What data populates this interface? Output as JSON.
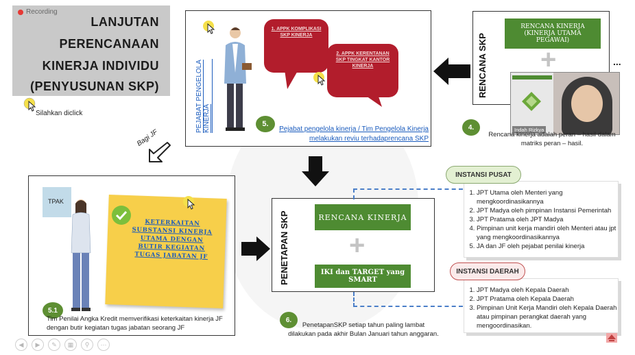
{
  "title": {
    "recording_label": "Recording",
    "lines": [
      "LANJUTAN",
      "PERENCANAAN",
      "KINERJA INDIVIDU",
      "(PENYUSUNAN SKP)"
    ]
  },
  "hint": {
    "click_text": "Silahkan diclick"
  },
  "bagi_jf": "Bagi JF",
  "top_panel": {
    "vertical_label": "PEJABAT PENGELOLA KINERJA",
    "bubble1": "1. APPK KOMPLIKASI SKP KINERJA",
    "bubble2": "2. APPK KERENTANAN SKP TINGKAT KANTOR KINERJA",
    "step_number": "5.",
    "caption": "Pejabat pengelola kinerja / Tim Pengelola  Kinerja melakukan reviu terhadaprencana SKP"
  },
  "right_panel": {
    "vertical_label": "RENCANA SKP",
    "green_box": "RENCANA KINERJA (KINERJA UTAMA PEGAWAI)",
    "ellipsis": "...",
    "step_number": "4.",
    "caption": "Rencana kinerja adalah peran – hasil dalam matriks peran – hasil.",
    "webcam_name": "Indah Rizkya"
  },
  "left_panel": {
    "tpak_label": "TPAK",
    "note": "KETERKAITAN SUBSTANSI KINERJA UTAMA DENGAN BUTIR KEGIATAN TUGAS JABATAN JF",
    "step_number": "5.1",
    "caption": "Tim Penilai Angka Kredit memverifikasi keterkaitan kinerja JF dengan butir kegiatan tugas jabatan seorang JF"
  },
  "center_panel": {
    "vertical_label": "PENETAPAN SKP",
    "top_box": "RENCANA KINERJA",
    "bottom_box": "IKI dan TARGET yang SMART",
    "step_number": "6.",
    "caption": "PenetapanSKP setiap tahun paling lambat dilakukan pada akhir Bulan Januari tahun anggaran."
  },
  "instansi_pusat": {
    "label": "INSTANSI PUSAT",
    "items": [
      "JPT Utama oleh Menteri yang mengkoordinasikannya",
      "JPT Madya oleh pimpinan Instansi Pemerintah",
      "JPT Pratama oleh JPT Madya",
      "Pimpinan unit kerja mandiri oleh Menteri atau jpt yang mengkoordinasikannya",
      "JA dan JF oleh pejabat penilai kinerja"
    ]
  },
  "instansi_daerah": {
    "label": "INSTANSI DAERAH",
    "items": [
      "JPT Madya  oleh Kepala Daerah",
      "JPT Pratama oleh Kepala Daerah",
      "Pimpinan Unit Kerja Mandiri oleh Kepala Daerah atau pimpinan perangkat daerah yang mengoordinasikan."
    ]
  },
  "colors": {
    "green": "#4e8b32",
    "red": "#b21d2c",
    "note_yellow": "#f7cf4a",
    "link_blue": "#1a5bbd"
  }
}
